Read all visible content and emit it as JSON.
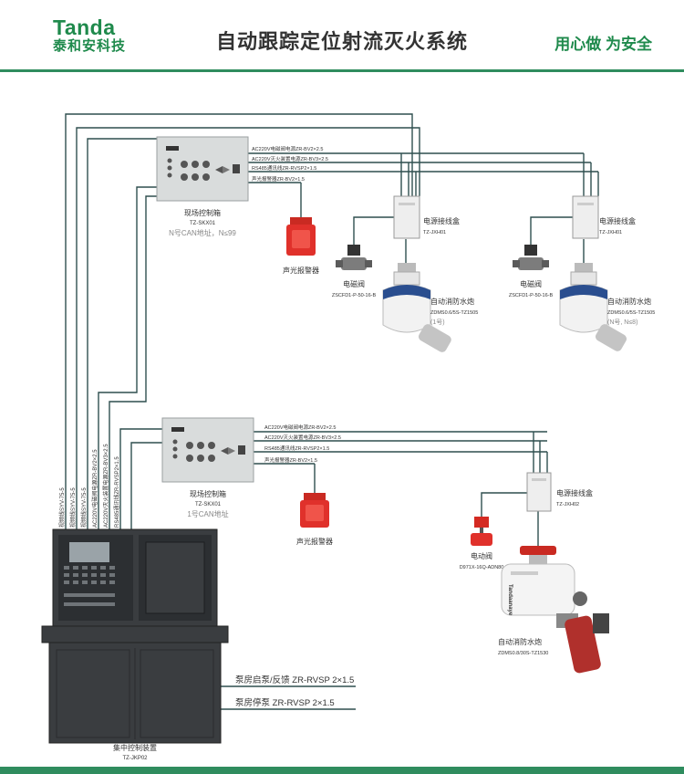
{
  "header": {
    "brand_en": "Tanda",
    "brand_cn": "泰和安科技",
    "title": "自动跟踪定位射流灭火系统",
    "slogan": "用心做 为安全"
  },
  "panel1": {
    "name": "现场控制箱",
    "model": "TZ-SKX01",
    "note": "N号CAN地址，N≤99",
    "cables": [
      "AC220V电磁阀电源ZR-BV2×2.5",
      "AC220V灭火装置电源ZR-BV3×2.5",
      "RS485通讯线ZR-RVSP2×1.5",
      "声光报警器ZR-BV2×1.5"
    ]
  },
  "panel2": {
    "name": "现场控制箱",
    "model": "TZ-SKX01",
    "note": "1号CAN地址",
    "cables": [
      "AC220V电磁阀电源ZR-BV2×2.5",
      "AC220V灭火装置电源ZR-BV3×2.5",
      "RS485通讯线ZR-RVSP2×1.5",
      "声光报警器ZR-BV2×1.5"
    ]
  },
  "alarm1": {
    "name": "声光报警器"
  },
  "alarm2": {
    "name": "声光报警器"
  },
  "box_a": {
    "name": "电源接线盒",
    "model": "TZ-JXH01"
  },
  "box_b": {
    "name": "电源接线盒",
    "model": "TZ-JXH01"
  },
  "box_c": {
    "name": "电源接线盒",
    "model": "TZ-JXH02"
  },
  "valve_a": {
    "name": "电磁阀",
    "model": "ZSCFD1-P-50-16-B"
  },
  "valve_b": {
    "name": "电磁阀",
    "model": "ZSCFD1-P-50-16-B"
  },
  "valve_c": {
    "name": "电动阀",
    "model": "D971X-16Q-ADN80"
  },
  "cannon_a": {
    "name": "自动消防水炮",
    "model": "ZDMS0.6/5S-TZ1505",
    "note": "(1号)"
  },
  "cannon_b": {
    "name": "自动消防水炮",
    "model": "ZDMS0.6/5S-TZ1505",
    "note": "(N号, N≤8)"
  },
  "cannon_c": {
    "name": "自动消防水炮",
    "model": "ZDMS0.8/30S-TZ1530",
    "brand": "Tandaanaye"
  },
  "controller": {
    "name": "集中控制装置",
    "model": "TZ-JKP02"
  },
  "vertical_labels": [
    "视频线SYV-75-5",
    "视频线SYV-75-5",
    "视频线SYV-75-5",
    "AC220V电磁阀电源ZR-BV2×2.5",
    "AC220V灭火装置电源ZR-BV3×2.5",
    "RS485通讯线ZR-RVSP2×1.5"
  ],
  "pump_lines": [
    "泵房启泵/反馈 ZR-RVSP 2×1.5",
    "泵房停泵 ZR-RVSP 2×1.5"
  ],
  "colors": {
    "brand_green": "#1f8a4c",
    "bar_green": "#2f8c5e",
    "line": "#2f4f4f",
    "alarm_red": "#e0312b"
  }
}
